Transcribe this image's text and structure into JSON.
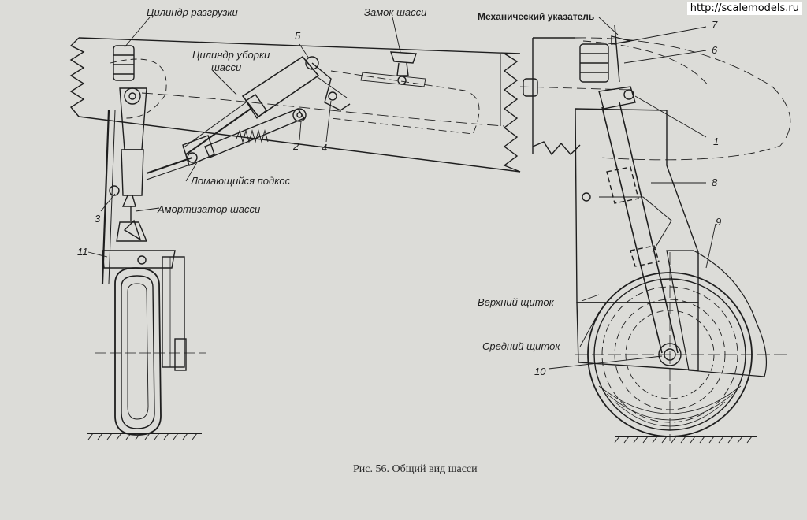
{
  "watermark": "http://scalemodels.ru",
  "caption": "Рис. 56. Общий вид шасси",
  "labels": {
    "unload_cylinder": "Цилиндр разгрузки",
    "retract_cylinder_line1": "Цилиндр уборки",
    "retract_cylinder_line2": "шасси",
    "gear_lock": "Замок шасси",
    "mechanical_indicator": "Механический указатель",
    "folding_strut": "Ломающийся подкос",
    "shock_absorber": "Амортизатор шасси",
    "upper_flap": "Верхний щиток",
    "middle_flap": "Средний щиток"
  },
  "numbers": {
    "n1": "1",
    "n2": "2",
    "n3": "3",
    "n4": "4",
    "n5": "5",
    "n6": "6",
    "n7": "7",
    "n8": "8",
    "n9": "9",
    "n10": "10",
    "n11": "11"
  },
  "colors": {
    "paper": "#dcdcd8",
    "ink": "#1e1e1e"
  }
}
